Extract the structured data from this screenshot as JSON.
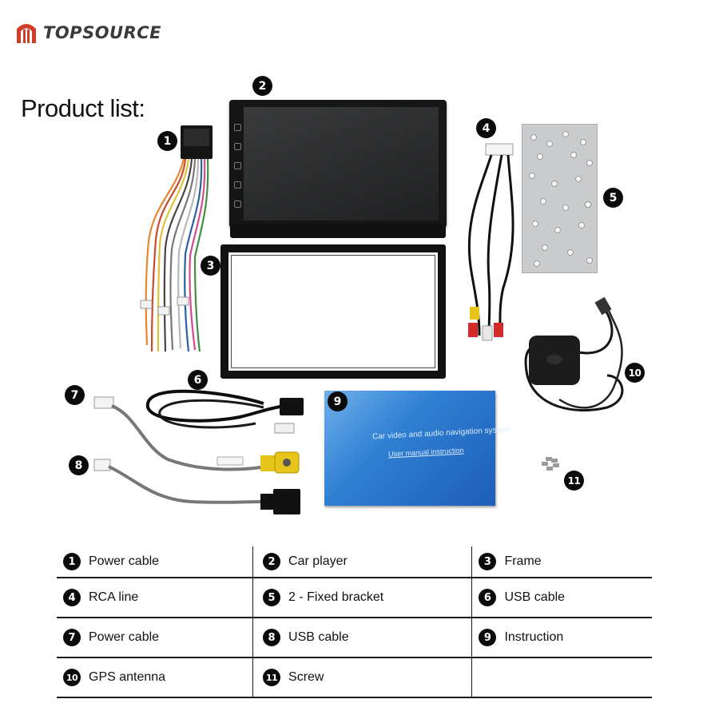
{
  "brand": {
    "name": "TOPSOURCE",
    "accent": "#d13b2a"
  },
  "heading": "Product list:",
  "badges": [
    "1",
    "2",
    "3",
    "4",
    "5",
    "6",
    "7",
    "8",
    "9",
    "10",
    "11"
  ],
  "manual": {
    "title": "Car video and audio navigation system",
    "subtitle": "User manual instruction",
    "color": "#2f7fd3"
  },
  "table": {
    "rows": [
      [
        {
          "num": "1",
          "label": "Power cable"
        },
        {
          "num": "2",
          "label": "Car player"
        },
        {
          "num": "3",
          "label": "Frame"
        }
      ],
      [
        {
          "num": "4",
          "label": "RCA line"
        },
        {
          "num": "5",
          "label": "2 - Fixed bracket"
        },
        {
          "num": "6",
          "label": "USB cable"
        }
      ],
      [
        {
          "num": "7",
          "label": "Power cable"
        },
        {
          "num": "8",
          "label": "USB cable"
        },
        {
          "num": "9",
          "label": "Instruction"
        }
      ],
      [
        {
          "num": "10",
          "label": "GPS antenna"
        },
        {
          "num": "11",
          "label": "Screw"
        },
        {
          "num": "",
          "label": ""
        }
      ]
    ]
  }
}
